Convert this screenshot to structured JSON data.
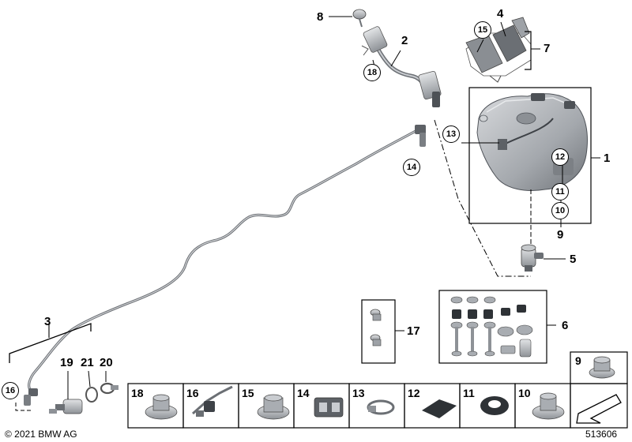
{
  "callouts": {
    "c1": "1",
    "c2": "2",
    "c3": "3",
    "c4": "4",
    "c5": "5",
    "c6": "6",
    "c7": "7",
    "c8": "8",
    "c9": "9",
    "c10": "10",
    "c11": "11",
    "c12": "12",
    "c13": "13",
    "c14": "14",
    "c15": "15",
    "c16": "16",
    "c17": "17",
    "c18": "18",
    "c19": "19",
    "c20": "20",
    "c21": "21"
  },
  "legend_strip": [
    "18",
    "16",
    "15",
    "14",
    "13",
    "12",
    "11",
    "10"
  ],
  "legend_top": "9",
  "footer": {
    "copyright": "© 2021 BMW AG",
    "doc_number": "513606"
  },
  "colors": {
    "part_fill": "#a9adb2",
    "part_dark": "#5d6166",
    "line": "#000000"
  }
}
